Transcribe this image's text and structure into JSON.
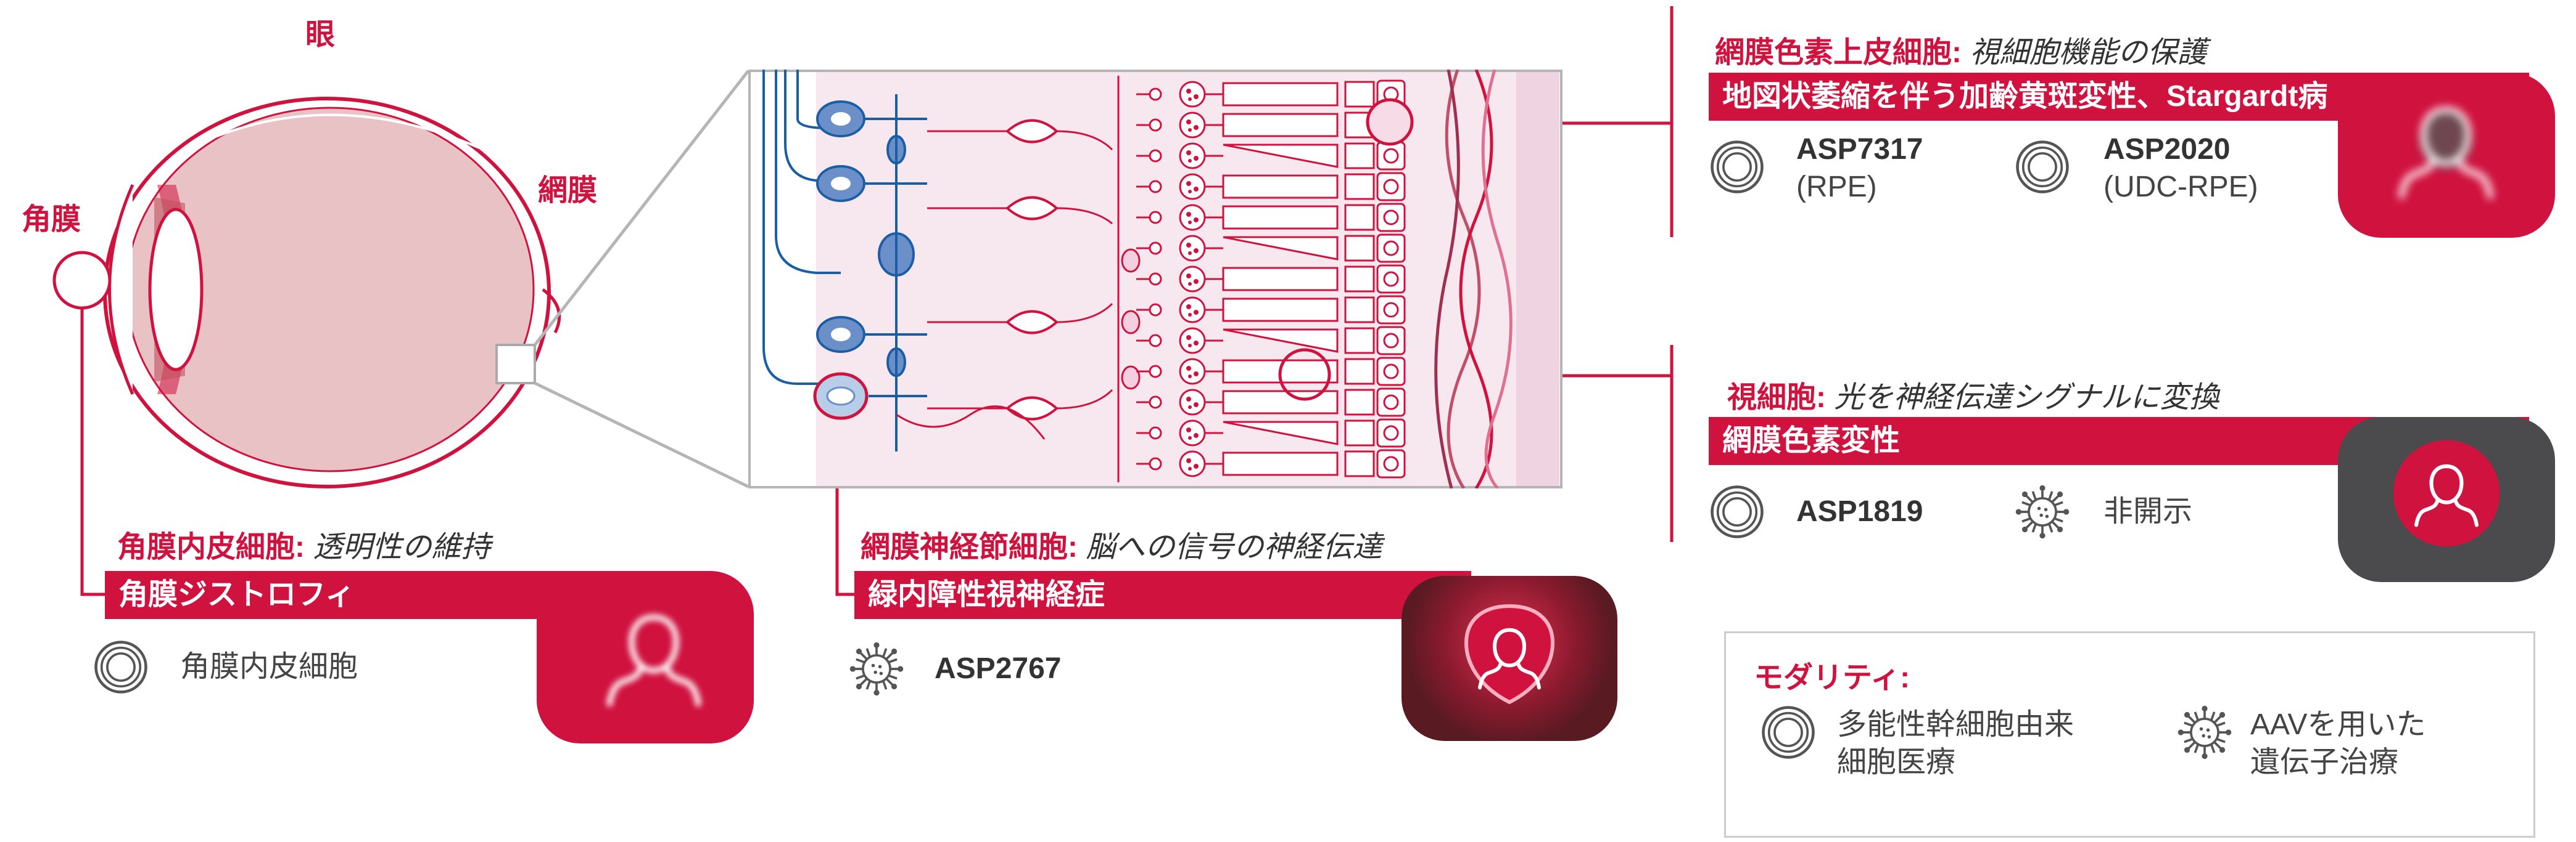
{
  "colors": {
    "accent": "#d0123f",
    "dark_card": "#4b4b4d",
    "maroon_card": "#5a1a22",
    "tissue": "#f5e4ee"
  },
  "eye": {
    "label_eye": "眼",
    "label_cornea": "角膜",
    "label_retina": "網膜"
  },
  "cornea_section": {
    "cell": "角膜内皮細胞:",
    "function": "透明性の維持",
    "disease": "角膜ジストロフィ",
    "programs": [
      {
        "name": "角膜内皮細胞",
        "icon": "cell-icon"
      }
    ]
  },
  "rgc_section": {
    "cell": "網膜神経節細胞:",
    "function": "脳への信号の神経伝達",
    "disease": "緑内障性視神経症",
    "programs": [
      {
        "name": "ASP2767",
        "icon": "virus-icon"
      }
    ]
  },
  "rpe_section": {
    "cell": "網膜色素上皮細胞:",
    "function": "視細胞機能の保護",
    "disease": "地図状萎縮を伴う加齢黄斑変性、Stargardt病",
    "programs": [
      {
        "name": "ASP7317",
        "sub": "(RPE)",
        "icon": "cell-icon"
      },
      {
        "name": "ASP2020",
        "sub": "(UDC-RPE)",
        "icon": "cell-icon"
      }
    ]
  },
  "photoreceptor_section": {
    "cell": "視細胞:",
    "function": "光を神経伝達シグナルに変換",
    "disease": "網膜色素変性",
    "programs": [
      {
        "name": "ASP1819",
        "icon": "cell-icon"
      },
      {
        "name": "非開示",
        "icon": "virus-icon"
      }
    ]
  },
  "legend": {
    "title": "モダリティ:",
    "items": [
      {
        "line1": "多能性幹細胞由来",
        "line2": "細胞医療",
        "icon": "cell-icon"
      },
      {
        "line1": "AAVを用いた",
        "line2": "遺伝子治療",
        "icon": "virus-icon"
      }
    ]
  }
}
